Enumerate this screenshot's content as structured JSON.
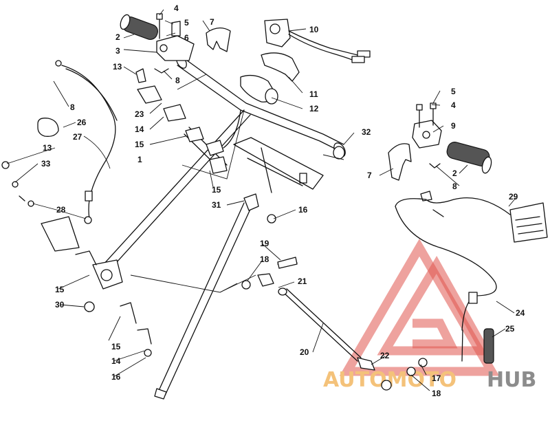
{
  "watermark": {
    "text_part1": "AUTOMOTO",
    "text_part2": "HUB",
    "color_part1": "#f4c27a",
    "color_part2": "#8c8c8c",
    "triangle_color": "#e0564f"
  },
  "callouts": {
    "c1": "1",
    "c2": "2",
    "c3": "3",
    "c4": "4",
    "c5": "5",
    "c6": "6",
    "c7": "7",
    "c8": "8",
    "c10": "10",
    "c11": "11",
    "c12": "12",
    "c13": "13",
    "c14": "14",
    "c15": "15",
    "c16": "16",
    "c17": "17",
    "c18": "18",
    "c19": "19",
    "c20": "20",
    "c21": "21",
    "c22": "22",
    "c23": "23",
    "c24": "24",
    "c25": "25",
    "c26": "26",
    "c27": "27",
    "c28": "28",
    "c29": "29",
    "c30": "30",
    "c31": "31",
    "c32": "32",
    "c33": "33",
    "c9": "9"
  }
}
